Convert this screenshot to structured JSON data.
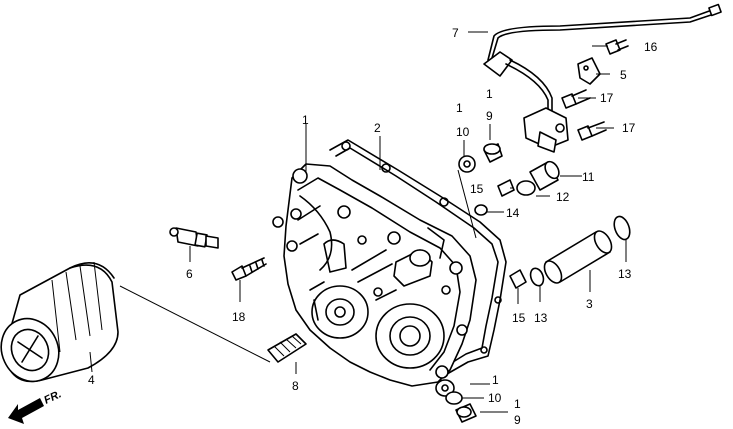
{
  "labels": {
    "l7": "7",
    "l16": "16",
    "l5": "5",
    "l17a": "17",
    "l17b": "17",
    "l1_top": "1",
    "l9_top": "9",
    "l1_left": "1",
    "l10_top": "10",
    "l2": "2",
    "l1_cover": "1",
    "l11": "11",
    "l15a": "15",
    "l12": "12",
    "l14": "14",
    "l13a": "13",
    "l6": "6",
    "l18": "18",
    "l15b": "15",
    "l13b": "13",
    "l3": "3",
    "l4": "4",
    "l8": "8",
    "l1_bot": "1",
    "l10_bot": "10",
    "l1_bot2": "1",
    "l9_bot": "9"
  },
  "direction_label": "FR."
}
